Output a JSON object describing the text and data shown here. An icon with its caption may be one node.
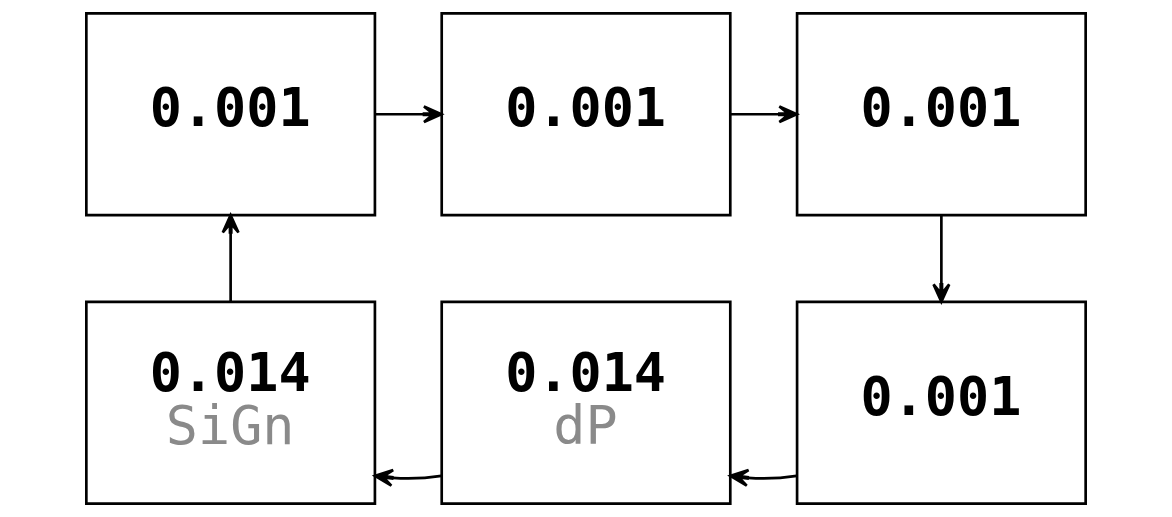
{
  "diagram": {
    "nodes": [
      {
        "text": [
          "0.001"
        ]
      },
      {
        "text": [
          "0.001"
        ]
      },
      {
        "text": [
          "0.001"
        ]
      },
      {
        "text": [
          "0.001"
        ]
      },
      {
        "text": [
          "0.014",
          "dP"
        ]
      },
      {
        "text": [
          "0.014",
          "SiGn"
        ]
      }
    ],
    "edges": [
      {
        "from": 0,
        "to": 1,
        "arrow": "to"
      },
      {
        "from": 1,
        "to": 2,
        "arrow": "to"
      },
      {
        "from": 2,
        "to": 3,
        "arrow": "to"
      },
      {
        "from": 3,
        "to": 4,
        "arrow": "to"
      },
      {
        "from": 4,
        "to": 5,
        "arrow": "to"
      },
      {
        "from": 5,
        "to": 0,
        "arrow": "to"
      }
    ]
  }
}
